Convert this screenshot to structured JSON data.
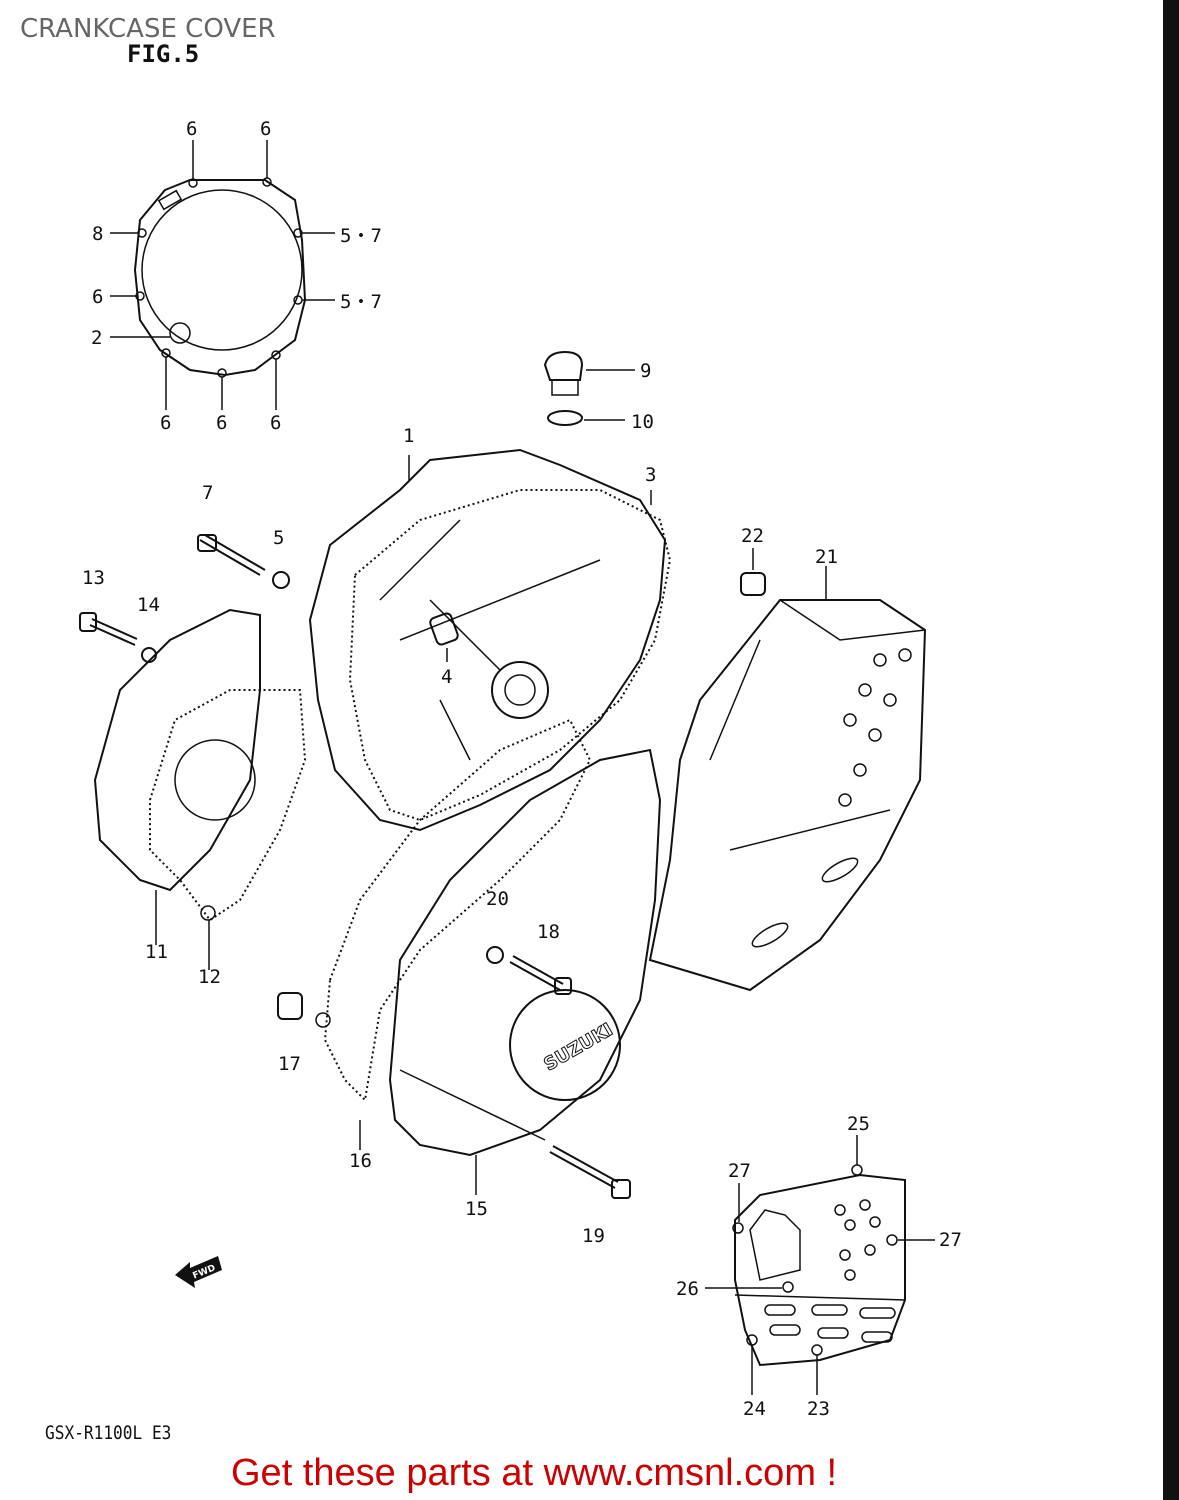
{
  "header": {
    "title": "CRANKCASE COVER",
    "figure": "FIG.5"
  },
  "footer": {
    "model": "GSX-R1100L E3",
    "promo": "Get these parts at www.cmsnl.com !"
  },
  "logos": {
    "cover_emblem": "SUZUKI",
    "fwd_arrow": "FWD",
    "watermark": "www.cmsnl.com"
  },
  "colors": {
    "promo": "#cc0000",
    "title": "#666666",
    "lines": "#111111"
  },
  "callouts": [
    "6",
    "6",
    "8",
    "5・7",
    "6",
    "5・7",
    "2",
    "6",
    "6",
    "6",
    "9",
    "10",
    "1",
    "3",
    "7",
    "5",
    "22",
    "21",
    "13",
    "14",
    "4",
    "11",
    "12",
    "20",
    "18",
    "17",
    "16",
    "15",
    "19",
    "25",
    "27",
    "27",
    "26",
    "24",
    "23"
  ]
}
